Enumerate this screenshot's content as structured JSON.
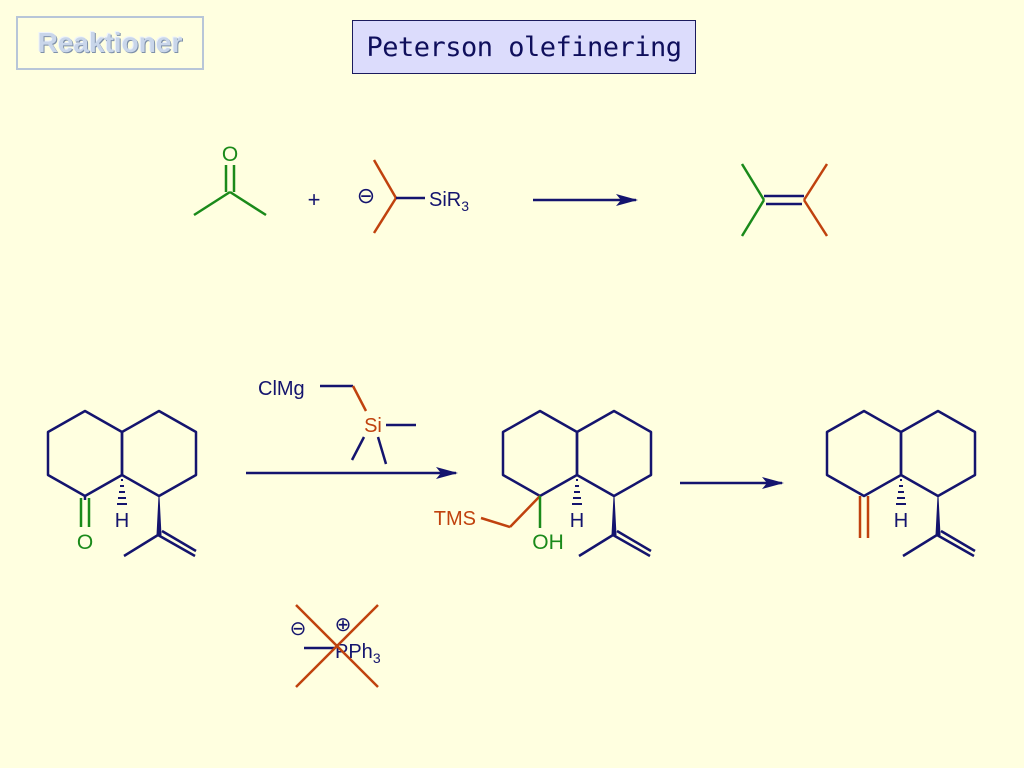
{
  "header": {
    "tag": "Reaktioner",
    "title": "Peterson olefinering"
  },
  "scheme1": {
    "carbonyl_O": "O",
    "plus": "+",
    "minus": "⊖",
    "silyl": "SiR",
    "silyl_sub": "3"
  },
  "scheme2": {
    "reagent_prefix": "ClMg",
    "reagent_si": "Si",
    "sm_O": "O",
    "sm_H": "H",
    "int_TMS": "TMS",
    "int_OH": "OH",
    "int_H": "H",
    "prod_H": "H"
  },
  "crossed_reagent": {
    "minus": "⊖",
    "plus": "⊕",
    "label": "PPh",
    "label_sub": "3"
  },
  "colors": {
    "navy": "#14146e",
    "green": "#1a8a1a",
    "orange": "#c0420e",
    "crossout": "#c0420e"
  }
}
